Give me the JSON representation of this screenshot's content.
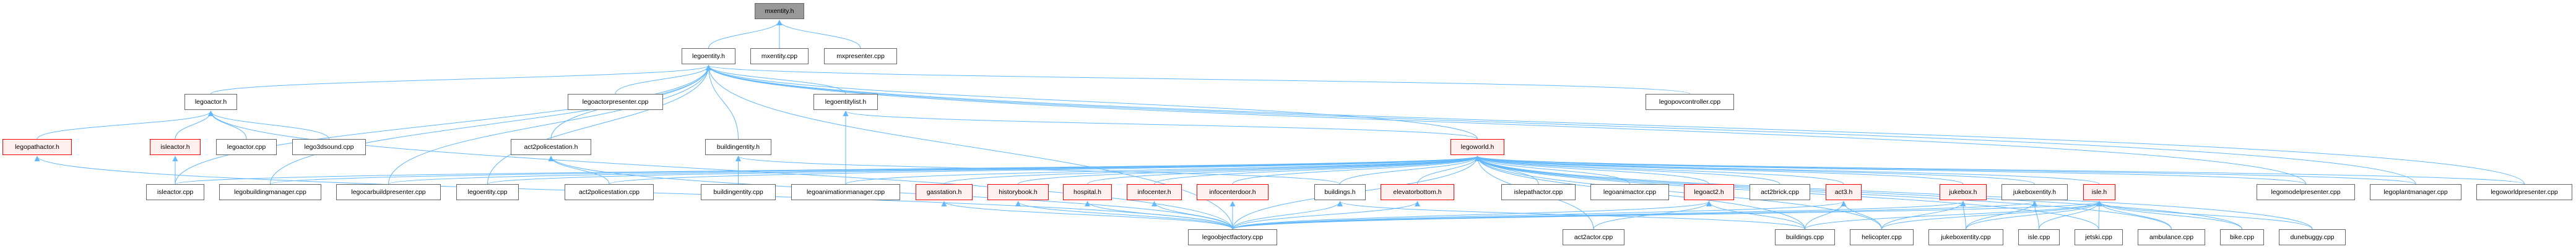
{
  "colors": {
    "edge": "#63b8ff",
    "node_border": "#666666",
    "incomplete_border": "#ff0000",
    "incomplete_fill": "#fff0f0",
    "root_fill": "#999999"
  },
  "nodes": [
    {
      "id": "mxentity.h",
      "label": "mxentity.h",
      "kind": "root"
    },
    {
      "id": "legoentity.h",
      "label": "legoentity.h",
      "kind": "normal"
    },
    {
      "id": "mxentity.cpp",
      "label": "mxentity.cpp",
      "kind": "normal"
    },
    {
      "id": "mxpresenter.cpp",
      "label": "mxpresenter.cpp",
      "kind": "normal"
    },
    {
      "id": "legoactor.h",
      "label": "legoactor.h",
      "kind": "normal"
    },
    {
      "id": "legoactorpresenter.cpp",
      "label": "legoactorpresenter.cpp",
      "kind": "normal"
    },
    {
      "id": "legoentitylist.h",
      "label": "legoentitylist.h",
      "kind": "normal"
    },
    {
      "id": "legopovcontroller.cpp",
      "label": "legopovcontroller.cpp",
      "kind": "normal"
    },
    {
      "id": "legopathactor.h",
      "label": "legopathactor.h",
      "kind": "red"
    },
    {
      "id": "isleactor.h",
      "label": "isleactor.h",
      "kind": "red"
    },
    {
      "id": "legoactor.cpp",
      "label": "legoactor.cpp",
      "kind": "normal"
    },
    {
      "id": "lego3dsound.cpp",
      "label": "lego3dsound.cpp",
      "kind": "normal"
    },
    {
      "id": "act2policestation.h",
      "label": "act2policestation.h",
      "kind": "normal"
    },
    {
      "id": "buildingentity.h",
      "label": "buildingentity.h",
      "kind": "normal"
    },
    {
      "id": "legoworld.h",
      "label": "legoworld.h",
      "kind": "red"
    },
    {
      "id": "isleactor.cpp",
      "label": "isleactor.cpp",
      "kind": "normal"
    },
    {
      "id": "legobuildingmanager.cpp",
      "label": "legobuildingmanager.cpp",
      "kind": "normal"
    },
    {
      "id": "legocarbuildpresenter.cpp",
      "label": "legocarbuildpresenter.cpp",
      "kind": "normal"
    },
    {
      "id": "legoentity.cpp",
      "label": "legoentity.cpp",
      "kind": "normal"
    },
    {
      "id": "act2policestation.cpp",
      "label": "act2policestation.cpp",
      "kind": "normal"
    },
    {
      "id": "buildingentity.cpp",
      "label": "buildingentity.cpp",
      "kind": "normal"
    },
    {
      "id": "legoanimationmanager.cpp",
      "label": "legoanimationmanager.cpp",
      "kind": "normal"
    },
    {
      "id": "gasstation.h",
      "label": "gasstation.h",
      "kind": "red"
    },
    {
      "id": "historybook.h",
      "label": "historybook.h",
      "kind": "red"
    },
    {
      "id": "hospital.h",
      "label": "hospital.h",
      "kind": "red"
    },
    {
      "id": "infocenter.h",
      "label": "infocenter.h",
      "kind": "red"
    },
    {
      "id": "infocenterdoor.h",
      "label": "infocenterdoor.h",
      "kind": "red"
    },
    {
      "id": "buildings.h",
      "label": "buildings.h",
      "kind": "normal"
    },
    {
      "id": "elevatorbottom.h",
      "label": "elevatorbottom.h",
      "kind": "red"
    },
    {
      "id": "islepathactor.cpp",
      "label": "islepathactor.cpp",
      "kind": "normal"
    },
    {
      "id": "legoanimactor.cpp",
      "label": "legoanimactor.cpp",
      "kind": "normal"
    },
    {
      "id": "legoact2.h",
      "label": "legoact2.h",
      "kind": "red"
    },
    {
      "id": "act2brick.cpp",
      "label": "act2brick.cpp",
      "kind": "normal"
    },
    {
      "id": "act3.h",
      "label": "act3.h",
      "kind": "red"
    },
    {
      "id": "jukebox.h",
      "label": "jukebox.h",
      "kind": "red"
    },
    {
      "id": "jukeboxentity.h",
      "label": "jukeboxentity.h",
      "kind": "normal"
    },
    {
      "id": "isle.h",
      "label": "isle.h",
      "kind": "red"
    },
    {
      "id": "legomodelpresenter.cpp",
      "label": "legomodelpresenter.cpp",
      "kind": "normal"
    },
    {
      "id": "legoplantmanager.cpp",
      "label": "legoplantmanager.cpp",
      "kind": "normal"
    },
    {
      "id": "legoworldpresenter.cpp",
      "label": "legoworldpresenter.cpp",
      "kind": "normal"
    },
    {
      "id": "legoobjectfactory.cpp",
      "label": "legoobjectfactory.cpp",
      "kind": "normal"
    },
    {
      "id": "act2actor.cpp",
      "label": "act2actor.cpp",
      "kind": "normal"
    },
    {
      "id": "buildings.cpp",
      "label": "buildings.cpp",
      "kind": "normal"
    },
    {
      "id": "helicopter.cpp",
      "label": "helicopter.cpp",
      "kind": "normal"
    },
    {
      "id": "jukeboxentity.cpp",
      "label": "jukeboxentity.cpp",
      "kind": "normal"
    },
    {
      "id": "isle.cpp",
      "label": "isle.cpp",
      "kind": "normal"
    },
    {
      "id": "jetski.cpp",
      "label": "jetski.cpp",
      "kind": "normal"
    },
    {
      "id": "ambulance.cpp",
      "label": "ambulance.cpp",
      "kind": "normal"
    },
    {
      "id": "bike.cpp",
      "label": "bike.cpp",
      "kind": "normal"
    },
    {
      "id": "dunebuggy.cpp",
      "label": "dunebuggy.cpp",
      "kind": "normal"
    }
  ],
  "edges": [
    [
      "legoentity.h",
      "mxentity.h"
    ],
    [
      "mxentity.cpp",
      "mxentity.h"
    ],
    [
      "mxpresenter.cpp",
      "mxentity.h"
    ],
    [
      "legoactor.h",
      "legoentity.h"
    ],
    [
      "legoactorpresenter.cpp",
      "legoentity.h"
    ],
    [
      "legoentitylist.h",
      "legoentity.h"
    ],
    [
      "legopovcontroller.cpp",
      "legoentity.h"
    ],
    [
      "act2policestation.h",
      "legoentity.h"
    ],
    [
      "buildingentity.h",
      "legoentity.h"
    ],
    [
      "legoworld.h",
      "legoentity.h"
    ],
    [
      "isleactor.cpp",
      "legoentity.h"
    ],
    [
      "legobuildingmanager.cpp",
      "legoentity.h"
    ],
    [
      "legocarbuildpresenter.cpp",
      "legoentity.h"
    ],
    [
      "legoentity.cpp",
      "legoentity.h"
    ],
    [
      "legoobjectfactory.cpp",
      "legoentity.h"
    ],
    [
      "legomodelpresenter.cpp",
      "legoentity.h"
    ],
    [
      "legoplantmanager.cpp",
      "legoentity.h"
    ],
    [
      "legoworldpresenter.cpp",
      "legoentity.h"
    ],
    [
      "legopathactor.h",
      "legoactor.h"
    ],
    [
      "isleactor.h",
      "legoactor.h"
    ],
    [
      "legoactor.cpp",
      "legoactor.h"
    ],
    [
      "lego3dsound.cpp",
      "legoactor.h"
    ],
    [
      "legoobjectfactory.cpp",
      "legoactor.h"
    ],
    [
      "legoobjectfactory.cpp",
      "legopathactor.h"
    ],
    [
      "isleactor.cpp",
      "isleactor.h"
    ],
    [
      "legoanimationmanager.cpp",
      "legoentitylist.h"
    ],
    [
      "legoworld.h",
      "legoentitylist.h"
    ],
    [
      "act2policestation.cpp",
      "act2policestation.h"
    ],
    [
      "legoobjectfactory.cpp",
      "act2policestation.h"
    ],
    [
      "buildingentity.cpp",
      "buildingentity.h"
    ],
    [
      "buildings.h",
      "buildingentity.h"
    ],
    [
      "isleactor.cpp",
      "legoworld.h"
    ],
    [
      "legobuildingmanager.cpp",
      "legoworld.h"
    ],
    [
      "legocarbuildpresenter.cpp",
      "legoworld.h"
    ],
    [
      "legoentity.cpp",
      "legoworld.h"
    ],
    [
      "act2policestation.cpp",
      "legoworld.h"
    ],
    [
      "legoanimationmanager.cpp",
      "legoworld.h"
    ],
    [
      "gasstation.h",
      "legoworld.h"
    ],
    [
      "historybook.h",
      "legoworld.h"
    ],
    [
      "hospital.h",
      "legoworld.h"
    ],
    [
      "infocenter.h",
      "legoworld.h"
    ],
    [
      "infocenterdoor.h",
      "legoworld.h"
    ],
    [
      "buildings.h",
      "legoworld.h"
    ],
    [
      "elevatorbottom.h",
      "legoworld.h"
    ],
    [
      "islepathactor.cpp",
      "legoworld.h"
    ],
    [
      "legoanimactor.cpp",
      "legoworld.h"
    ],
    [
      "legoact2.h",
      "legoworld.h"
    ],
    [
      "act2brick.cpp",
      "legoworld.h"
    ],
    [
      "act3.h",
      "legoworld.h"
    ],
    [
      "jukebox.h",
      "legoworld.h"
    ],
    [
      "jukeboxentity.h",
      "legoworld.h"
    ],
    [
      "isle.h",
      "legoworld.h"
    ],
    [
      "legomodelpresenter.cpp",
      "legoworld.h"
    ],
    [
      "legoplantmanager.cpp",
      "legoworld.h"
    ],
    [
      "legoworldpresenter.cpp",
      "legoworld.h"
    ],
    [
      "act2actor.cpp",
      "legoworld.h"
    ],
    [
      "legoobjectfactory.cpp",
      "legoworld.h"
    ],
    [
      "buildings.cpp",
      "legoworld.h"
    ],
    [
      "helicopter.cpp",
      "legoworld.h"
    ],
    [
      "jetski.cpp",
      "legoworld.h"
    ],
    [
      "ambulance.cpp",
      "legoworld.h"
    ],
    [
      "bike.cpp",
      "legoworld.h"
    ],
    [
      "dunebuggy.cpp",
      "legoworld.h"
    ],
    [
      "legoobjectfactory.cpp",
      "gasstation.h"
    ],
    [
      "legoobjectfactory.cpp",
      "historybook.h"
    ],
    [
      "legoobjectfactory.cpp",
      "hospital.h"
    ],
    [
      "legoobjectfactory.cpp",
      "infocenter.h"
    ],
    [
      "legoobjectfactory.cpp",
      "infocenterdoor.h"
    ],
    [
      "legoobjectfactory.cpp",
      "buildings.h"
    ],
    [
      "legoobjectfactory.cpp",
      "elevatorbottom.h"
    ],
    [
      "legoobjectfactory.cpp",
      "legoact2.h"
    ],
    [
      "legoobjectfactory.cpp",
      "act3.h"
    ],
    [
      "legoobjectfactory.cpp",
      "jukebox.h"
    ],
    [
      "legoobjectfactory.cpp",
      "jukeboxentity.h"
    ],
    [
      "legoobjectfactory.cpp",
      "isle.h"
    ],
    [
      "buildings.cpp",
      "buildings.h"
    ],
    [
      "act2actor.cpp",
      "legoact2.h"
    ],
    [
      "buildings.cpp",
      "legoact2.h"
    ],
    [
      "buildings.cpp",
      "act3.h"
    ],
    [
      "helicopter.cpp",
      "act3.h"
    ],
    [
      "helicopter.cpp",
      "jukebox.h"
    ],
    [
      "jukeboxentity.cpp",
      "jukebox.h"
    ],
    [
      "jukeboxentity.cpp",
      "jukeboxentity.h"
    ],
    [
      "isle.cpp",
      "jukeboxentity.h"
    ],
    [
      "buildings.cpp",
      "isle.h"
    ],
    [
      "helicopter.cpp",
      "isle.h"
    ],
    [
      "jukeboxentity.cpp",
      "isle.h"
    ],
    [
      "isle.cpp",
      "isle.h"
    ],
    [
      "jetski.cpp",
      "isle.h"
    ],
    [
      "ambulance.cpp",
      "isle.h"
    ],
    [
      "bike.cpp",
      "isle.h"
    ],
    [
      "dunebuggy.cpp",
      "isle.h"
    ]
  ]
}
